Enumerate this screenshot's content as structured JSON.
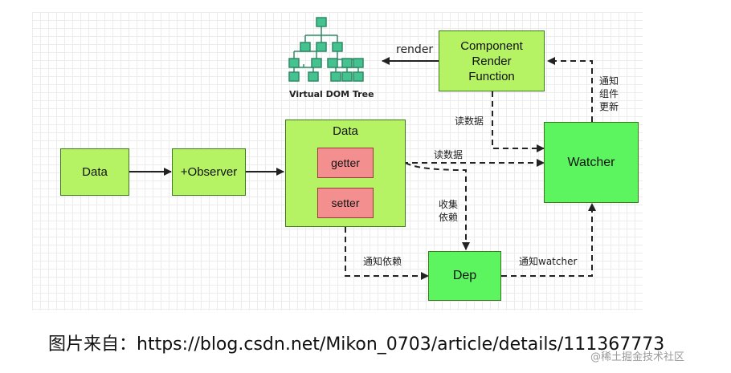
{
  "diagram": {
    "virtual_dom_tree": {
      "label": "Virtual DOM Tree",
      "icon": "tree-icon"
    },
    "render_label": "render",
    "component_render": {
      "line1": "Component",
      "line2": "Render",
      "line3": "Function"
    },
    "watcher": "Watcher",
    "notify_component": {
      "line1": "通知",
      "line2": "组件",
      "line3": "更新"
    },
    "read_data_1": "读数据",
    "read_data_2": "读数据",
    "data_source": "Data",
    "observer": "+Observer",
    "data_container": {
      "title": "Data",
      "getter": "getter",
      "setter": "setter"
    },
    "collect_deps": {
      "line1": "收集",
      "line2": "依赖"
    },
    "notify_deps": "通知依赖",
    "dep": "Dep",
    "notify_watcher": "通知watcher"
  },
  "caption": "图片来自：https://blog.csdn.net/Mikon_0703/article/details/111367773",
  "watermark": "@稀土掘金技术社区",
  "colors": {
    "lime": "#b5f264",
    "bright_green": "#5cf560",
    "pink": "#f48f8f",
    "tree_teal": "#44c28f",
    "arrow": "#222222"
  }
}
